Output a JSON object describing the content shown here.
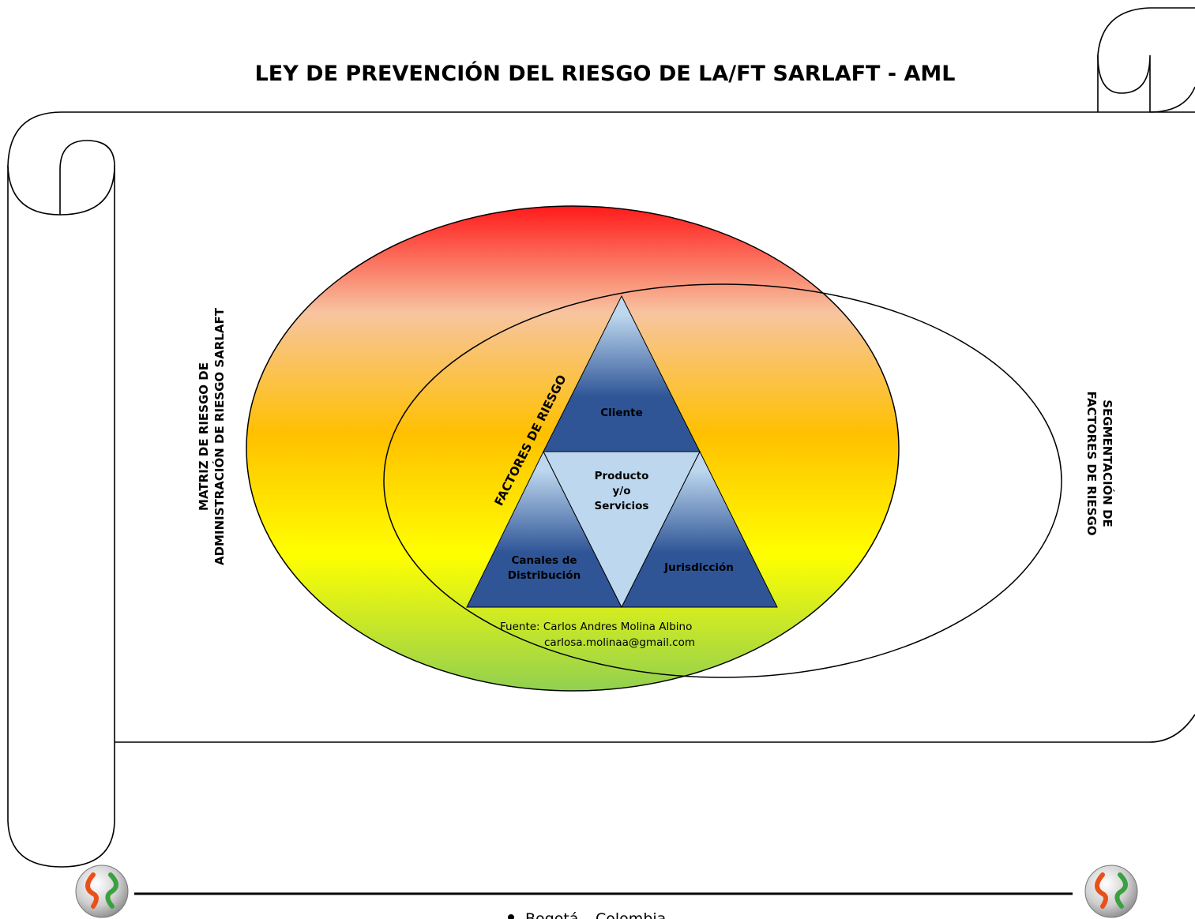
{
  "title": "LEY DE PREVENCIÓN DEL RIESGO DE LA/FT SARLAFT - AML",
  "left_label": {
    "line1": "MATRIZ DE RIESGO DE",
    "line2": "ADMINISTRACIÓN DE RIESGO SARLAFT"
  },
  "right_label": {
    "line1": "SEGMENTACIÓN DE",
    "line2": "FACTORES DE RIESGO"
  },
  "triangle": {
    "side_label": "FACTORES DE RIESGO",
    "top": "Cliente",
    "center": {
      "line1": "Producto",
      "line2": "y/o",
      "line3": "Servicios"
    },
    "bottom_left": {
      "line1": "Canales de",
      "line2": "Distribución"
    },
    "bottom_right": "Jurisdicción"
  },
  "source": {
    "line1": "Fuente: Carlos Andres Molina Albino",
    "line2": "carlosa.molinaa@gmail.com"
  },
  "footer": {
    "text": "Bogotá – Colombia"
  },
  "colors": {
    "risk_gradient": [
      "#ff1a1a",
      "#f7c4a0",
      "#ffc000",
      "#ffff00",
      "#92d050"
    ],
    "triangle_light": "#bdd7ee",
    "triangle_dark": "#2f5597"
  },
  "icons": [
    "logo-left-icon",
    "logo-right-icon"
  ]
}
